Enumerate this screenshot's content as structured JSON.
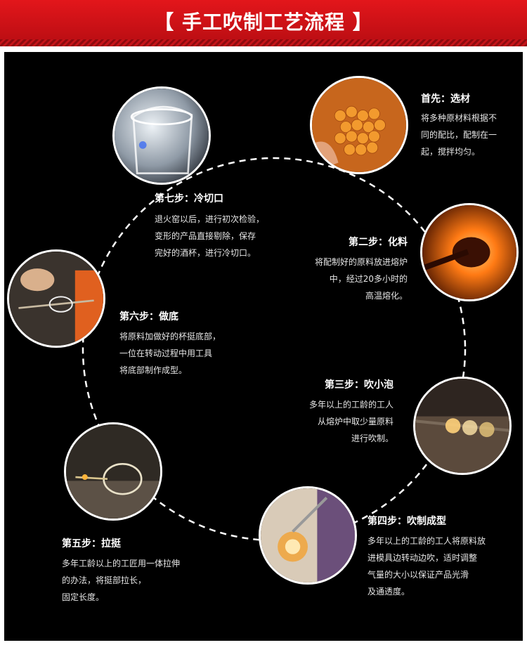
{
  "header": {
    "title": "【 手工吹制工艺流程 】"
  },
  "steps": [
    {
      "title": "首先：选材",
      "desc": [
        "将多种原材料根据不",
        "同的配比，配制在一",
        "起，搅拌均匀。"
      ]
    },
    {
      "title": "第二步：化料",
      "desc": [
        "将配制好的原料放进熔炉",
        "中，经过20多小时的",
        "高温熔化。"
      ]
    },
    {
      "title": "第三步：吹小泡",
      "desc": [
        "多年以上的工龄的工人",
        "从熔炉中取少量原料",
        "进行吹制。"
      ]
    },
    {
      "title": "第四步：吹制成型",
      "desc": [
        "多年以上的工龄的工人将原料放",
        "进模具边转动边吹，适时调整",
        "气量的大小以保证产品光滑",
        "及通透度。"
      ]
    },
    {
      "title": "第五步：拉挺",
      "desc": [
        "多年工龄以上的工匠用一体拉伸",
        "的办法，将挺部拉长，",
        "固定长度。"
      ]
    },
    {
      "title": "第六步：做底",
      "desc": [
        "将原料加做好的杯挺底部，",
        "一位在转动过程中用工具",
        "将底部制作成型。"
      ]
    },
    {
      "title": "第七步：冷切口",
      "desc": [
        "退火窑以后，进行初次检验，",
        "变形的产品直接剔除，保存",
        "完好的酒杯，进行冷切口。"
      ]
    }
  ],
  "colors": {
    "header_red": "#d21318",
    "panel": "#000000",
    "text": "#ffffff"
  },
  "photos": [
    "glass-rim-photo",
    "raw-material-beads-photo",
    "furnace-melting-photo",
    "blowing-bubble-photo",
    "mold-blowing-photo",
    "stem-pulling-photo",
    "base-forming-photo"
  ]
}
